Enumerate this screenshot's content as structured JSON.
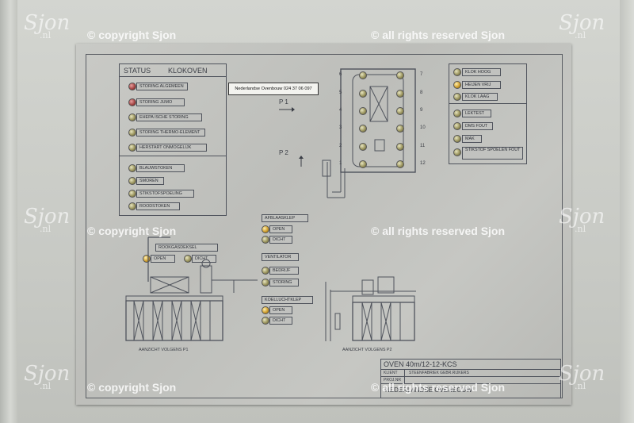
{
  "status_panel": {
    "title_left": "STATUS",
    "title_right": "KLOKOVEN",
    "group1": [
      "STORING ALGEMEEN",
      "STORING JUMO",
      "EHEPA ISCHE STORING",
      "STORING THERMO-ELEMENT",
      "HERSTART ONMOGELIJK"
    ],
    "group2": [
      "BLAUWSTOKEN",
      "SMOREN",
      "STIKSTOFSPOELING",
      "ROODSTOKEN"
    ]
  },
  "nameplate": "Nederlandse Ovenbouw 024 37 06 097",
  "markers": {
    "p1": "P 1",
    "p2": "P 2"
  },
  "oven_numbers": {
    "left": [
      "6",
      "5",
      "4",
      "3",
      "2",
      "1"
    ],
    "right": [
      "7",
      "8",
      "9",
      "10",
      "11",
      "12"
    ]
  },
  "right_panel": {
    "group1": [
      "KLOK HOOG",
      "HEIJEN VRIJ",
      "KLOK LAAG"
    ],
    "group2": [
      "LEKTEST",
      "DMS FOUT",
      "MAK",
      "STIKSTOF SPOELEN FOUT"
    ]
  },
  "afblaasklep": {
    "title": "AFBLAASKLEP",
    "open": "OPEN",
    "dicht": "DICHT"
  },
  "ventilator": {
    "title": "VENTILATOR",
    "bedrijf": "BEDRIJF",
    "storing": "STORING"
  },
  "koelluchtklep": {
    "title": "KOELLUCHTKLEP",
    "open": "OPEN",
    "dicht": "DICHT"
  },
  "roosterdeksel": {
    "title": "ROOKGASDEKSEL",
    "open": "OPEN",
    "dicht": "DICHT"
  },
  "views": {
    "p1": "AANZICHT VOLGENS P1",
    "p2": "AANZICHT VOLGENS P2"
  },
  "titleblock": {
    "title": "OVEN 40m/12-12-KCS",
    "client_label": "KLIENT",
    "client": "STEENFABRIEK GEBR.RIJKERS",
    "row2_label": "PROJ.NR",
    "company": "NEDERLANDSE OVENBOUW"
  },
  "watermarks": {
    "copyright": "© copyright Sjon",
    "rights": "© all rights reserved Sjon",
    "logo": "Sjon",
    "logo_sub": ".nl"
  }
}
